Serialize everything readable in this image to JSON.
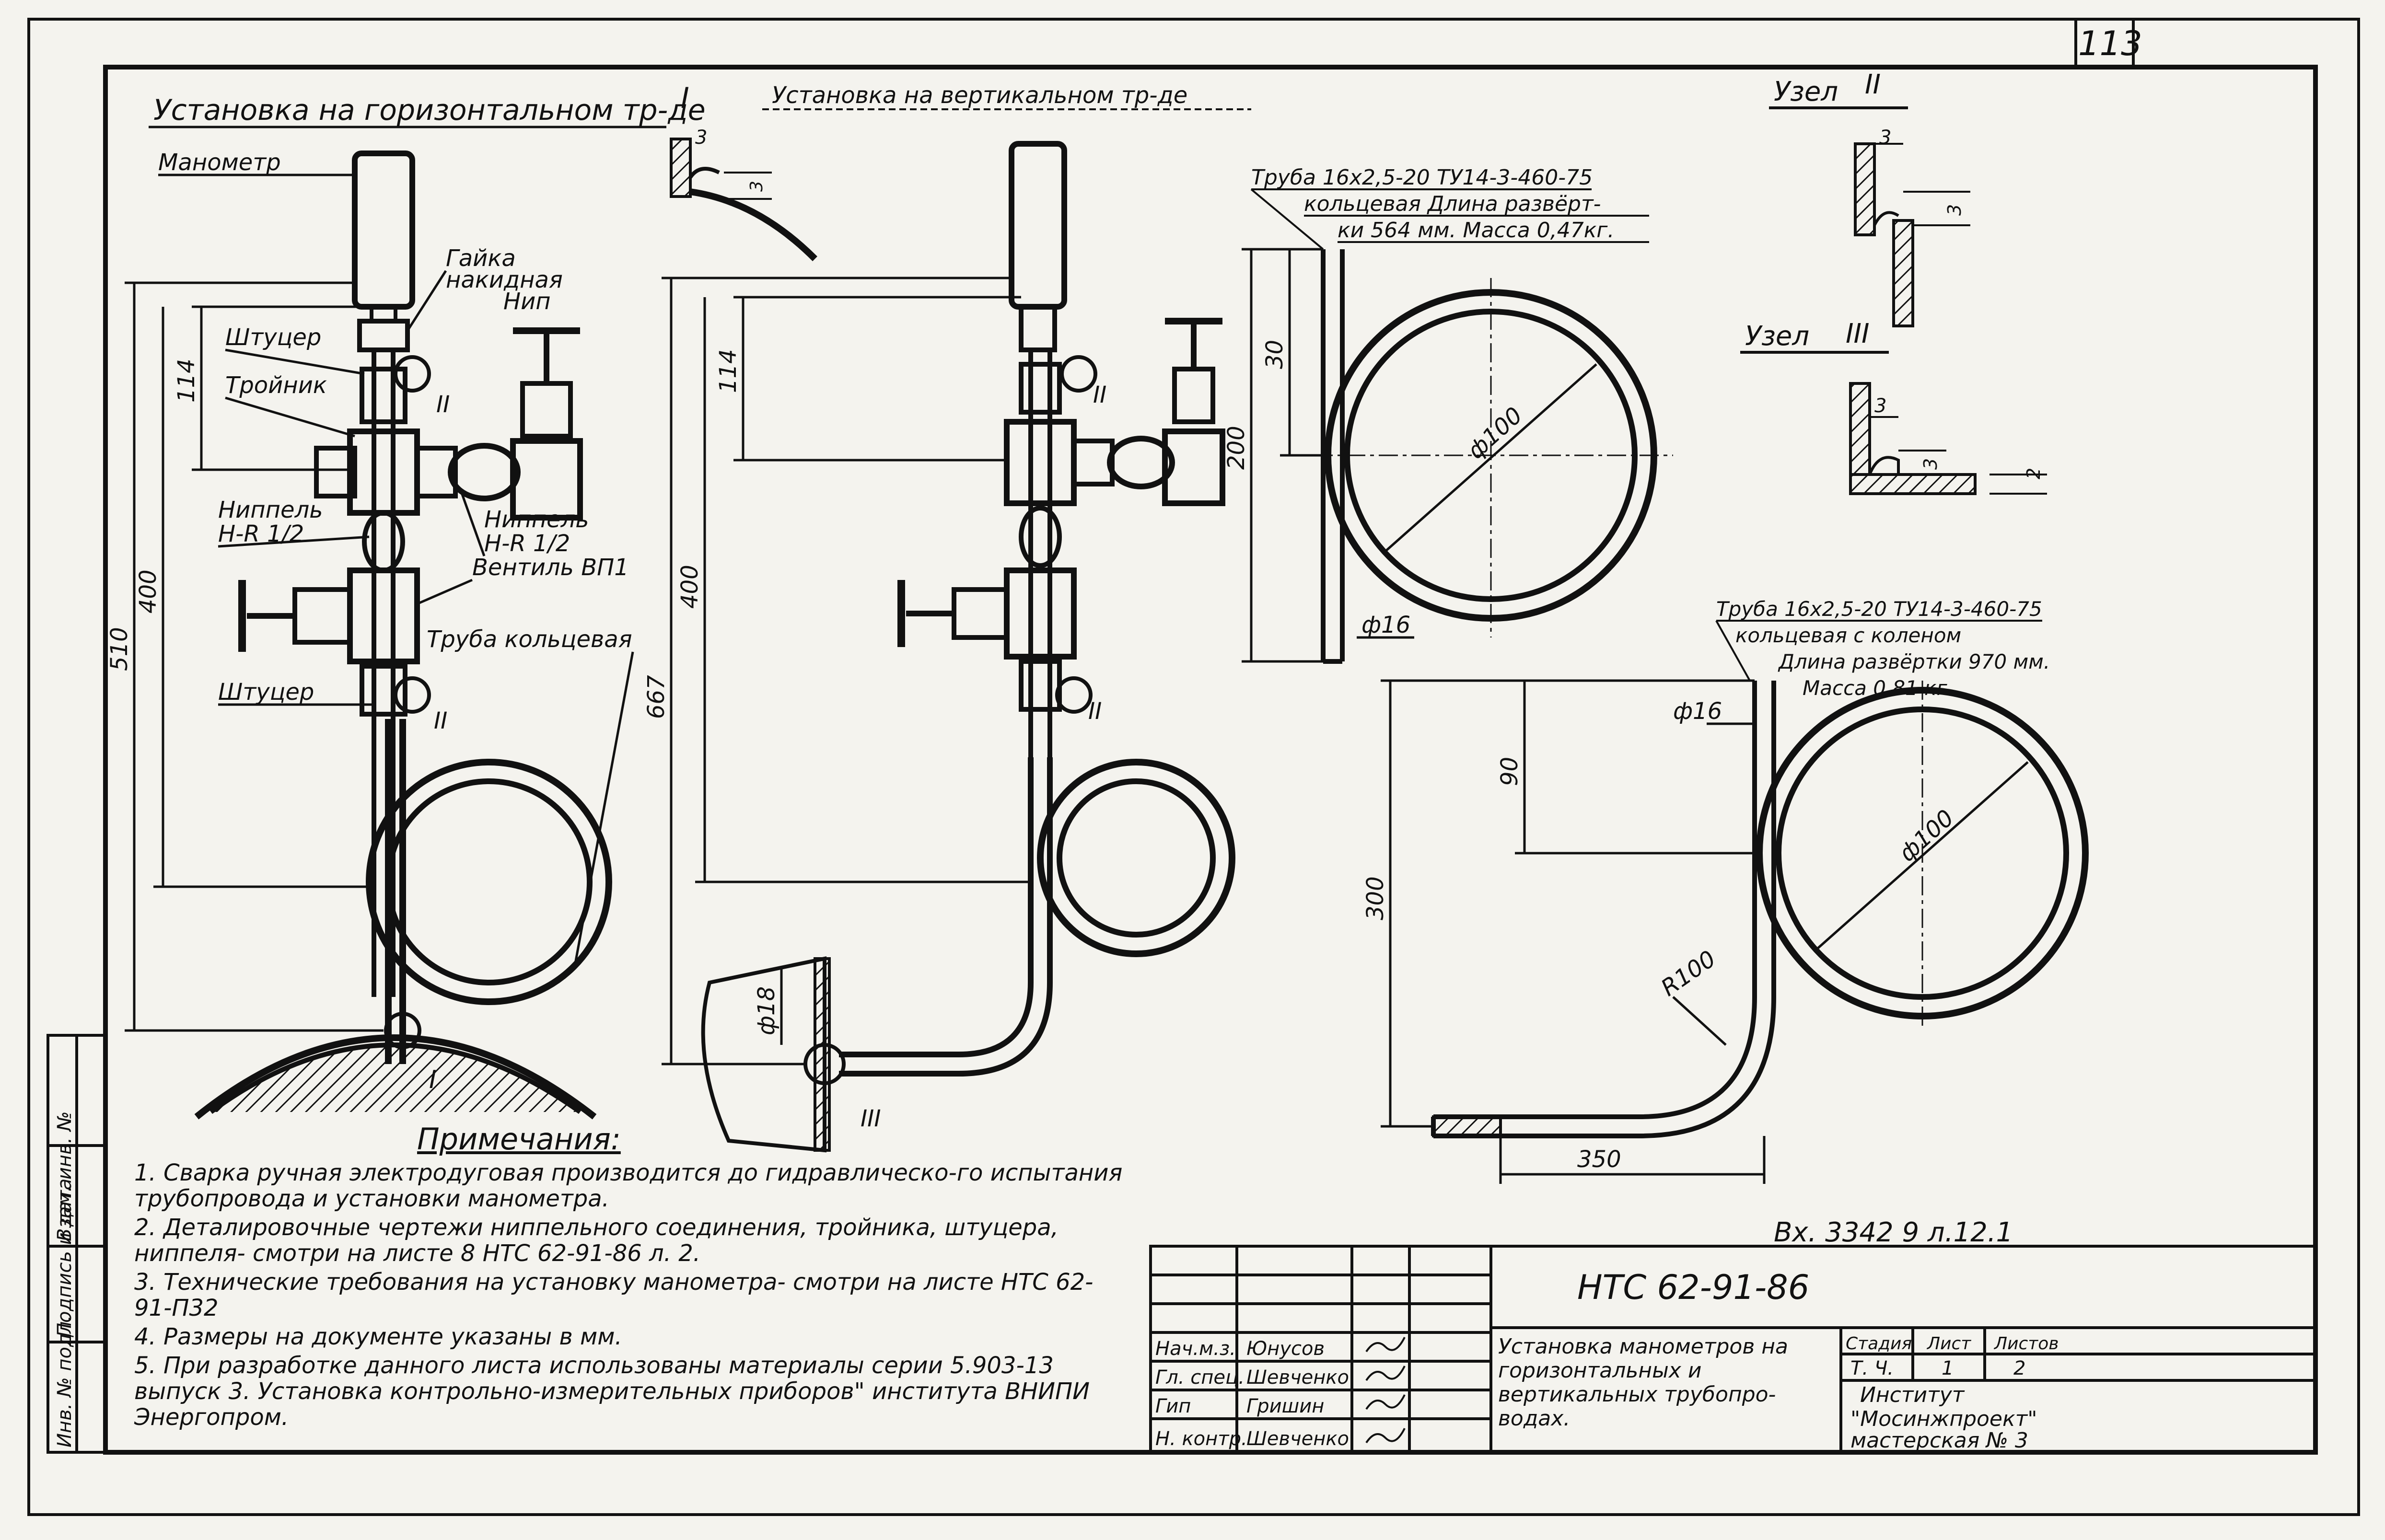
{
  "sheet": {
    "page_number": "113",
    "inventory_mark": "Вх. 3342 9 л.12.1"
  },
  "views": {
    "horizontal": {
      "title": "Установка на горизонтальном тр-де",
      "title_num": "I",
      "labels": {
        "manometer": "Манометр",
        "nut": "Гайка",
        "nut2": "накидная",
        "nip": "Нип",
        "fitting_top": "Штуцер",
        "tee": "Тройник",
        "nipple_left": "Ниппель",
        "nipple_left2": "Н-R 1/2",
        "nipple_right": "Ниппель",
        "nipple_right2": "Н-R 1/2",
        "valve": "Вентиль ВП1",
        "ring_tube": "Труба кольцевая",
        "fitting_bottom": "Штуцер"
      },
      "dims": {
        "d114": "114",
        "d400": "400",
        "d510": "510"
      },
      "node_marks": {
        "n2a": "II",
        "n2b": "II",
        "n1": "I"
      }
    },
    "vertical": {
      "title": "Установка на вертикальном тр-де",
      "dims": {
        "d114": "114",
        "d400": "400",
        "d667": "667",
        "d18": "ф18",
        "d3": "3"
      },
      "node_marks": {
        "n2a": "II",
        "n2b": "II",
        "n3": "III"
      }
    },
    "tube1": {
      "line1": "Труба 16х2,5-20 ТУ14-3-460-75",
      "line2": "кольцевая Длина развёрт-",
      "line3": "ки 564 мм. Масса 0,47кг.",
      "dims": {
        "d30": "30",
        "d200": "200",
        "dia": "ф100",
        "d16": "ф16"
      }
    },
    "tube2": {
      "line1": "Труба 16х2,5-20 ТУ14-3-460-75",
      "line2": "кольцевая с коленом",
      "line3": "Длина развёртки 970 мм.",
      "line4": "Масса 0,81 кг.",
      "dims": {
        "d16": "ф16",
        "d90": "90",
        "d300": "300",
        "dia": "ф100",
        "r100": "R100",
        "d350": "350"
      }
    },
    "node2": {
      "title": "Узел",
      "num": "II",
      "d3a": "3",
      "d3b": "3"
    },
    "node3": {
      "title": "Узел",
      "num": "III",
      "d3a": "3",
      "d3b": "3",
      "d2": "2"
    }
  },
  "notes": {
    "title": "Примечания:",
    "items": [
      "1. Сварка ручная электродуговая производится до гидравлическо-го испытания трубопровода и установки манометра.",
      "2. Деталировочные чертежи ниппельного соединения, тройника, штуцера, ниппеля- смотри на листе 8 НТС 62-91-86 л. 2.",
      "3. Технические требования на установку манометра- смотри на листе НТС 62-91-П32",
      "4. Размеры на документе указаны в мм.",
      "5. При разработке данного листа использованы материалы серии 5.903-13 выпуск 3. Установка контрольно-измерительных приборов\" института ВНИПИ Энергопром."
    ]
  },
  "side_stamp": [
    "Инв. № подл.",
    "Подпись и дата",
    "Взам. инв. №"
  ],
  "title_block": {
    "doc_code": "НТС 62-91-86",
    "roles": [
      {
        "role": "Нач.м.з.",
        "name": "Юнусов"
      },
      {
        "role": "Гл. спец.",
        "name": "Шевченко"
      },
      {
        "role": "Гип",
        "name": "Гришин"
      },
      {
        "role": "Н. контр.",
        "name": "Шевченко"
      }
    ],
    "description": "Установка манометров на горизонтальных и вертикальных трубопро-водах.",
    "stage_hdr": "Стадия",
    "sheet_hdr": "Лист",
    "sheets_hdr": "Листов",
    "stage": "Т. Ч.",
    "sheet": "1",
    "sheets": "2",
    "org_line1": "Институт",
    "org_line2": "\"Мосинжпроект\"",
    "org_line3": "мастерская № 3"
  }
}
